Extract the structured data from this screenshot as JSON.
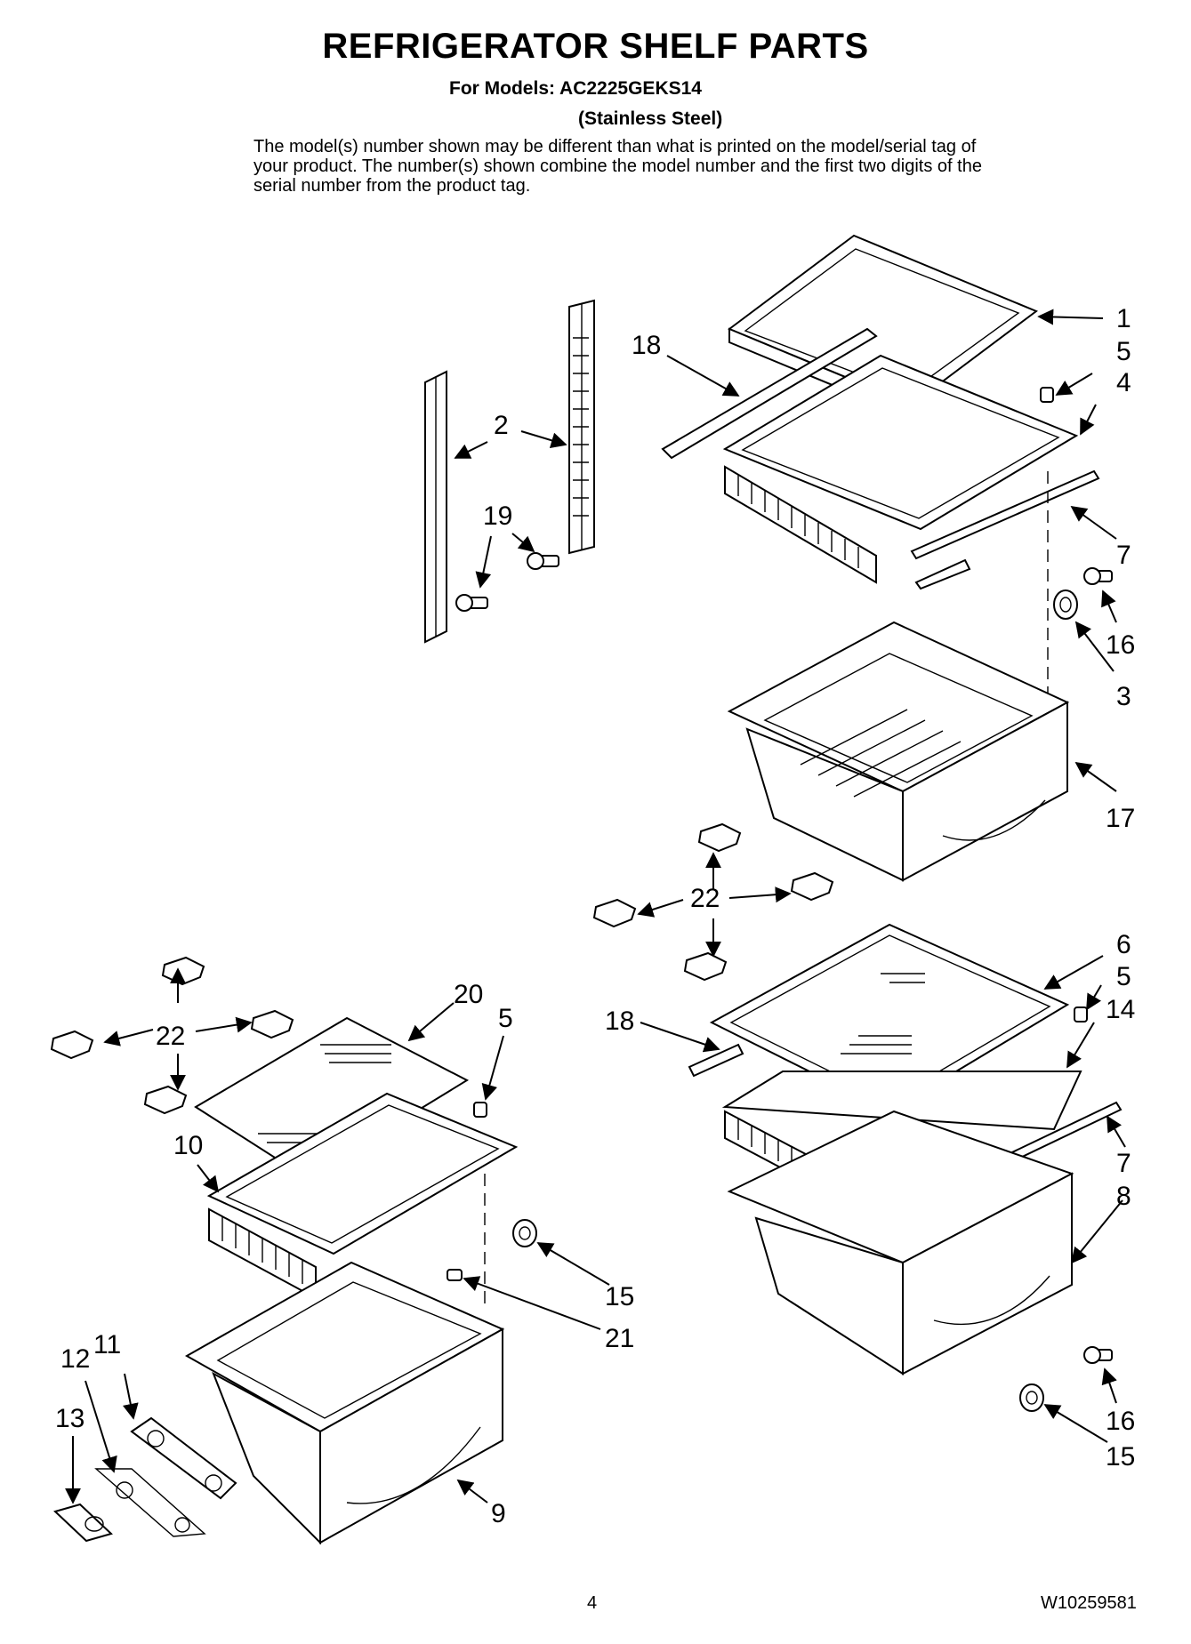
{
  "header": {
    "title": "REFRIGERATOR SHELF PARTS",
    "models_line": "For Models: AC2225GEKS14",
    "variant_line": "(Stainless Steel)",
    "note": "The model(s) number shown may be different than what is printed on the model/serial tag of your product. The number(s) shown combine the model number and the first two digits of the serial number from the product tag."
  },
  "callouts": [
    {
      "id": "c1",
      "label": "1"
    },
    {
      "id": "c5a",
      "label": "5"
    },
    {
      "id": "c4",
      "label": "4"
    },
    {
      "id": "c18a",
      "label": "18"
    },
    {
      "id": "c2",
      "label": "2"
    },
    {
      "id": "c19",
      "label": "19"
    },
    {
      "id": "c7a",
      "label": "7"
    },
    {
      "id": "c16a",
      "label": "16"
    },
    {
      "id": "c3",
      "label": "3"
    },
    {
      "id": "c17",
      "label": "17"
    },
    {
      "id": "c22a",
      "label": "22"
    },
    {
      "id": "c6",
      "label": "6"
    },
    {
      "id": "c5b",
      "label": "5"
    },
    {
      "id": "c14",
      "label": "14"
    },
    {
      "id": "c18b",
      "label": "18"
    },
    {
      "id": "c7b",
      "label": "7"
    },
    {
      "id": "c8",
      "label": "8"
    },
    {
      "id": "c20",
      "label": "20"
    },
    {
      "id": "c5c",
      "label": "5"
    },
    {
      "id": "c22b",
      "label": "22"
    },
    {
      "id": "c10",
      "label": "10"
    },
    {
      "id": "c15a",
      "label": "15"
    },
    {
      "id": "c21",
      "label": "21"
    },
    {
      "id": "c12",
      "label": "12"
    },
    {
      "id": "c11",
      "label": "11"
    },
    {
      "id": "c13",
      "label": "13"
    },
    {
      "id": "c9",
      "label": "9"
    },
    {
      "id": "c16b",
      "label": "16"
    },
    {
      "id": "c15b",
      "label": "15"
    }
  ],
  "footer": {
    "page_number": "4",
    "document_number": "W10259581"
  }
}
